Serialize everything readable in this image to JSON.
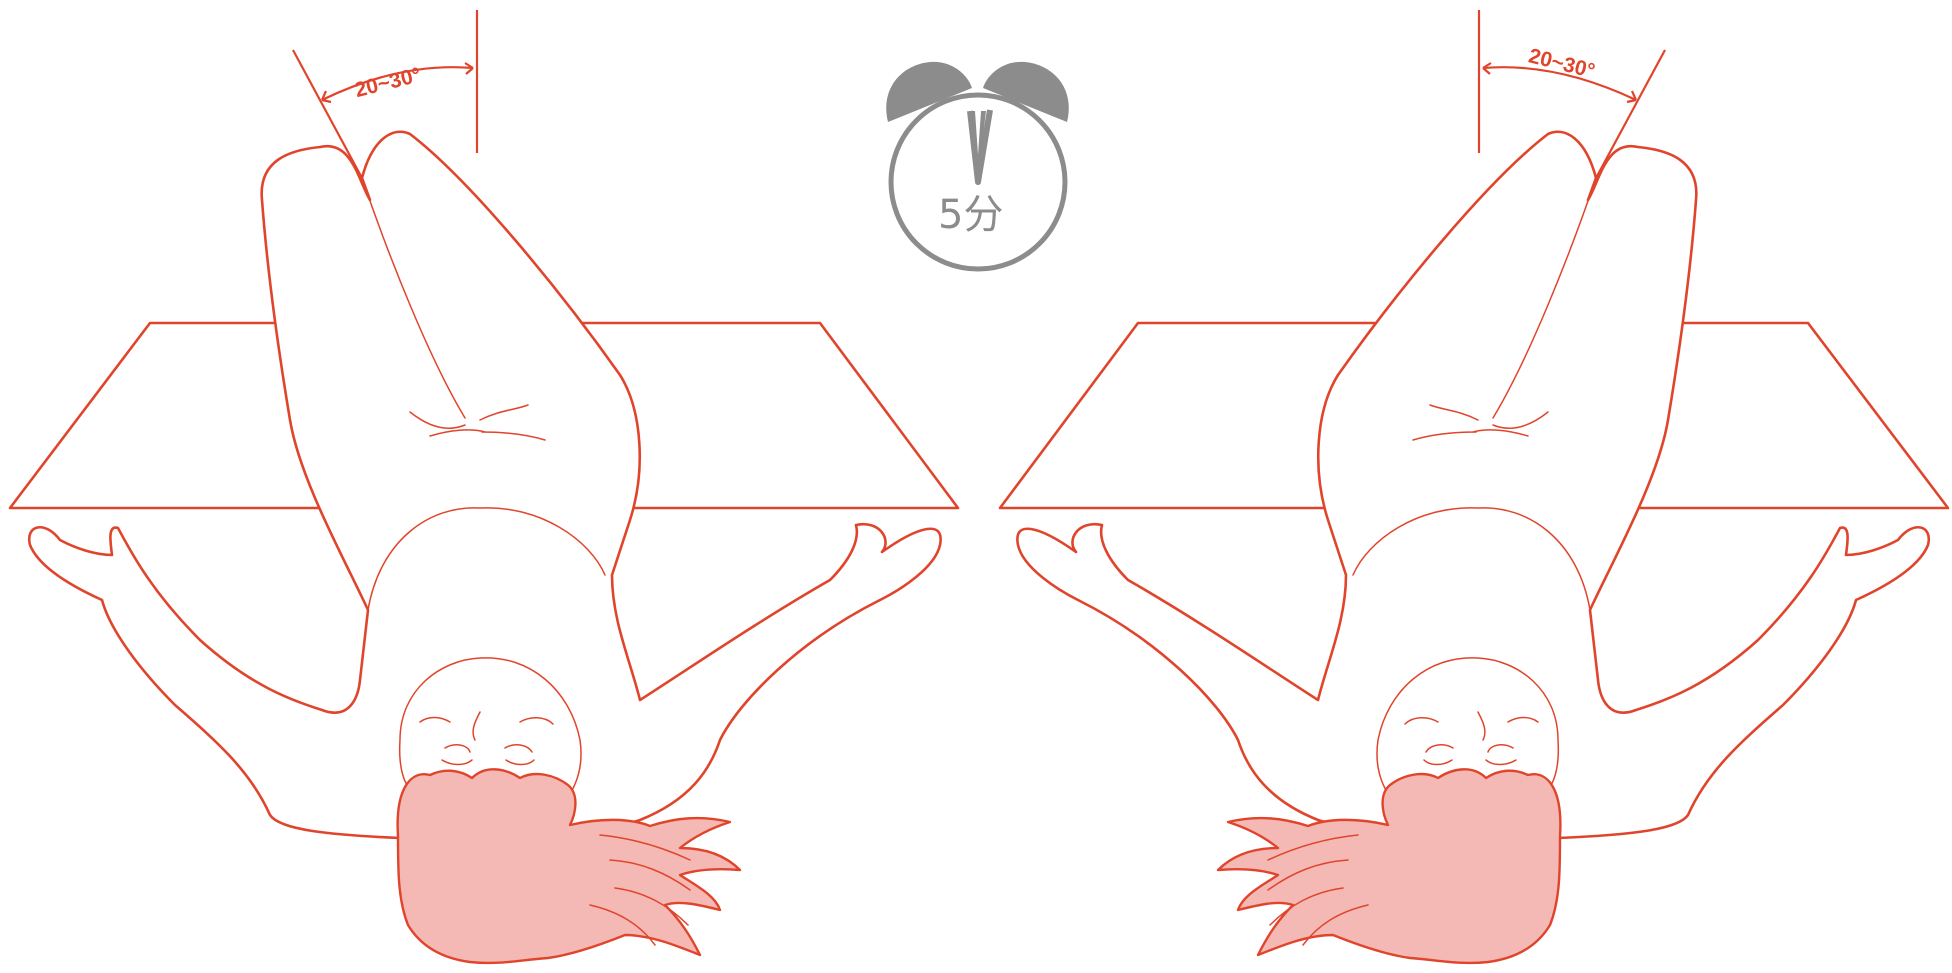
{
  "colors": {
    "line": "#e0452c",
    "hair": "#f4b9b4",
    "clock": "#8c8c8c",
    "background": "#ffffff"
  },
  "timer": {
    "label": "5分",
    "icon": "alarm-clock-icon"
  },
  "figures": [
    {
      "side": "left",
      "raised_leg": "right-of-figure",
      "angle_label": "20~30°"
    },
    {
      "side": "right",
      "raised_leg": "left-of-figure",
      "angle_label": "20~30°"
    }
  ]
}
